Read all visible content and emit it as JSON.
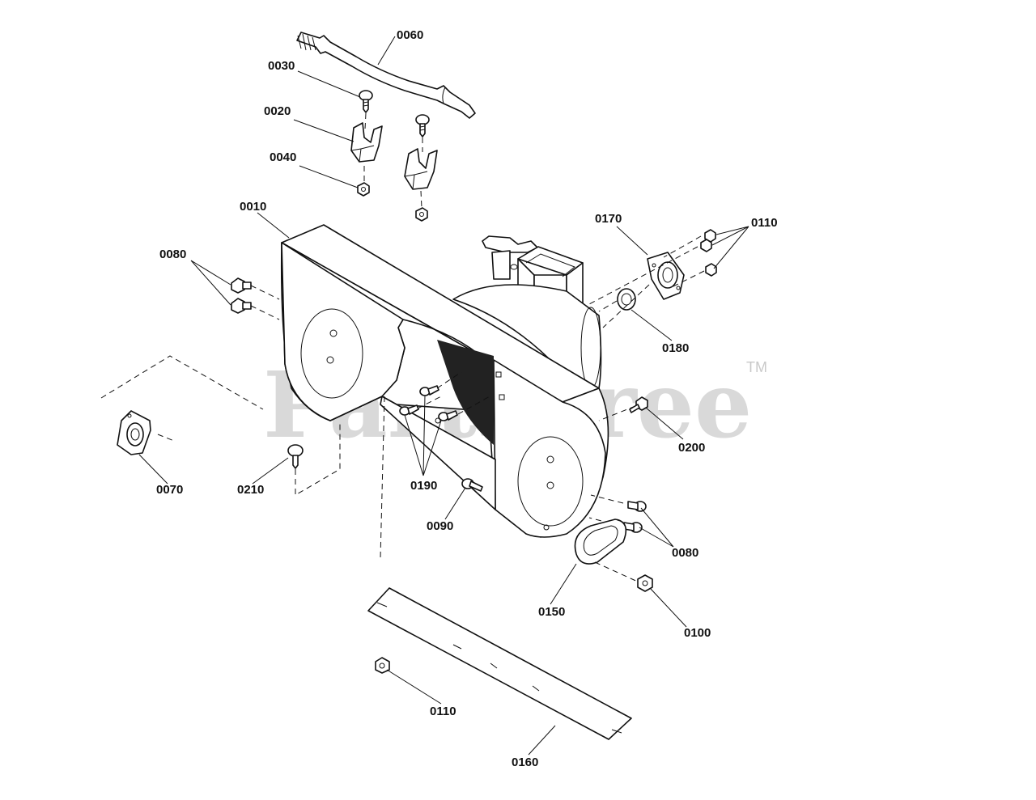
{
  "watermark": {
    "text": "PartsTree",
    "mark": "TM"
  },
  "labels": {
    "l0060": "0060",
    "l0030": "0030",
    "l0020": "0020",
    "l0040": "0040",
    "l0010": "0010",
    "l0080a": "0080",
    "l0170": "0170",
    "l0110a": "0110",
    "l0180": "0180",
    "l0200": "0200",
    "l0070": "0070",
    "l0210": "0210",
    "l0190": "0190",
    "l0090": "0090",
    "l0080b": "0080",
    "l0150": "0150",
    "l0100": "0100",
    "l0110b": "0110",
    "l0160": "0160"
  }
}
